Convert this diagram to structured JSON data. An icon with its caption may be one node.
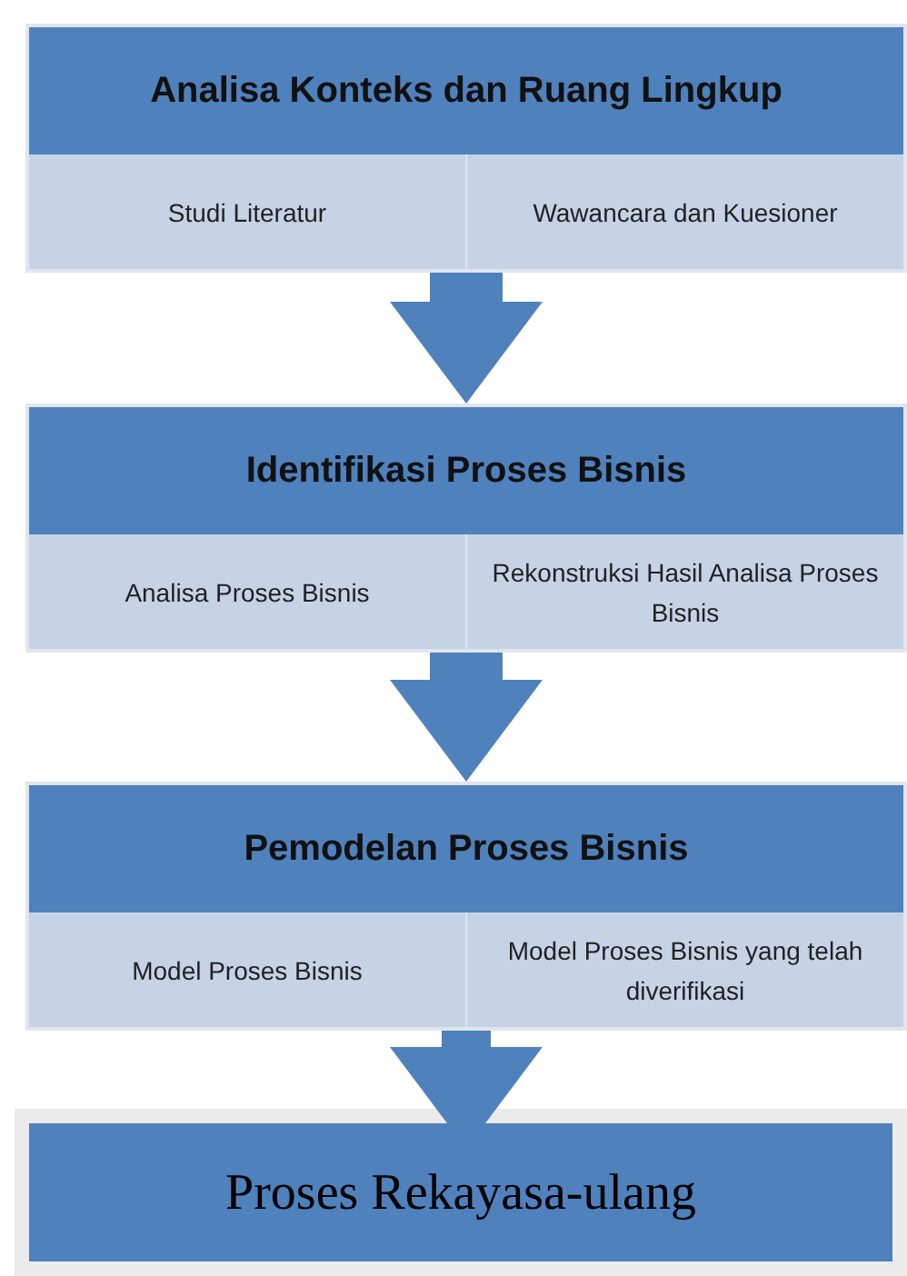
{
  "diagram": {
    "nodes": [
      {
        "text": [
          "Analisa Konteks dan Ruang Lingkup"
        ]
      },
      {
        "text": [
          "Studi Literatur"
        ],
        "in": 0
      },
      {
        "text": [
          "Wawancara dan Kuesioner"
        ],
        "in": 0
      },
      {
        "text": [
          "Identifikasi Proses Bisnis"
        ]
      },
      {
        "text": [
          "Analisa Proses Bisnis"
        ],
        "in": 3
      },
      {
        "text": [
          "Rekonstruksi Hasil Analisa Proses Bisnis"
        ],
        "in": 3
      },
      {
        "text": [
          "Pemodelan Proses Bisnis"
        ]
      },
      {
        "text": [
          "Model Proses Bisnis"
        ],
        "in": 6
      },
      {
        "text": [
          "Model Proses Bisnis yang telah diverifikasi"
        ],
        "in": 6
      },
      {
        "text": [
          "Proses Rekayasa-ulang"
        ]
      }
    ],
    "edges": [
      {
        "from": 0,
        "to": 3,
        "arrow": "to"
      },
      {
        "from": 3,
        "to": 6,
        "arrow": "to"
      },
      {
        "from": 6,
        "to": 9,
        "arrow": "to"
      }
    ]
  }
}
